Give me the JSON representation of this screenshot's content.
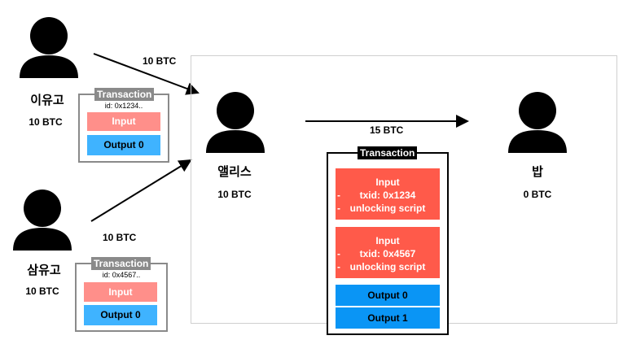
{
  "people": {
    "iyugo": {
      "name": "이유고",
      "amount": "10 BTC"
    },
    "samyugo": {
      "name": "삼유고",
      "amount": "10 BTC"
    },
    "alice": {
      "name": "앨리스",
      "amount": "10 BTC"
    },
    "bob": {
      "name": "밥",
      "amount": "0 BTC"
    }
  },
  "flows": {
    "iyugo_to_alice": "10 BTC",
    "samyugo_to_alice": "10 BTC",
    "alice_to_bob": "15 BTC"
  },
  "transactions": {
    "tx1": {
      "tag": "Transaction",
      "id": "id: 0x1234..",
      "input": "Input",
      "output": "Output 0"
    },
    "tx2": {
      "tag": "Transaction",
      "id": "id: 0x4567..",
      "input": "Input",
      "output": "Output 0"
    },
    "tx3": {
      "tag": "Transaction",
      "inputs": [
        {
          "title": "Input",
          "txid": "txid: 0x1234",
          "script": "unlocking script"
        },
        {
          "title": "Input",
          "txid": "txid: 0x4567",
          "script": "unlocking script"
        }
      ],
      "outputs": [
        "Output 0",
        "Output 1"
      ]
    }
  },
  "colors": {
    "person": "#000000",
    "small_input": "#ff8f8a",
    "small_output": "#3fb3ff",
    "big_input": "#ff5a4a",
    "big_output": "#0a95f5",
    "tag_gray": "#8a8a8a"
  }
}
